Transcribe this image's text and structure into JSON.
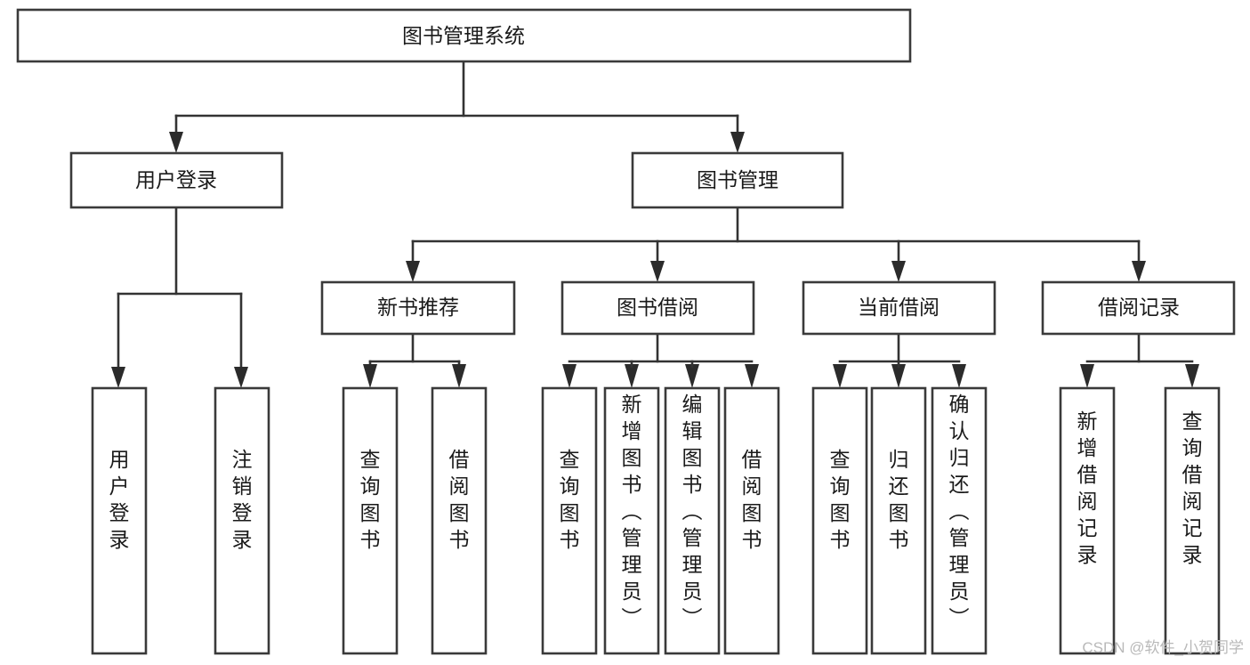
{
  "diagram": {
    "title": "图书管理系统",
    "type": "tree-hierarchy",
    "root": {
      "id": "root",
      "label": "图书管理系统"
    },
    "level2": [
      {
        "id": "user-login",
        "label": "用户登录"
      },
      {
        "id": "book-manage",
        "label": "图书管理"
      }
    ],
    "level3": [
      {
        "id": "new-book-recommend",
        "label": "新书推荐",
        "parent": "book-manage"
      },
      {
        "id": "book-borrow",
        "label": "图书借阅",
        "parent": "book-manage"
      },
      {
        "id": "current-borrow",
        "label": "当前借阅",
        "parent": "book-manage"
      },
      {
        "id": "borrow-record",
        "label": "借阅记录",
        "parent": "book-manage"
      }
    ],
    "leaves": [
      {
        "id": "leaf-user-login",
        "label": "用户登录",
        "parent": "user-login"
      },
      {
        "id": "leaf-logout-login",
        "label": "注销登录",
        "parent": "user-login"
      },
      {
        "id": "leaf-query-book-1",
        "label": "查询图书",
        "parent": "new-book-recommend"
      },
      {
        "id": "leaf-borrow-book-1",
        "label": "借阅图书",
        "parent": "new-book-recommend"
      },
      {
        "id": "leaf-query-book-2",
        "label": "查询图书",
        "parent": "book-borrow"
      },
      {
        "id": "leaf-add-book",
        "label": "新增图书（管理员）",
        "parent": "book-borrow"
      },
      {
        "id": "leaf-edit-book",
        "label": "编辑图书（管理员）",
        "parent": "book-borrow"
      },
      {
        "id": "leaf-borrow-book-2",
        "label": "借阅图书",
        "parent": "book-borrow"
      },
      {
        "id": "leaf-query-book-3",
        "label": "查询图书",
        "parent": "current-borrow"
      },
      {
        "id": "leaf-return-book",
        "label": "归还图书",
        "parent": "current-borrow"
      },
      {
        "id": "leaf-confirm-return",
        "label": "确认归还（管理员）",
        "parent": "current-borrow"
      },
      {
        "id": "leaf-add-record",
        "label": "新增借阅记录",
        "parent": "borrow-record"
      },
      {
        "id": "leaf-query-record",
        "label": "查询借阅记录",
        "parent": "borrow-record"
      }
    ],
    "watermark": "CSDN @软件_小贺同学",
    "colors": {
      "box_fill": "#ffffff",
      "box_stroke": "#3a3a3a",
      "connector": "#333333",
      "text": "#1a1a1a",
      "watermark": "#b9b9b9",
      "background": "#ffffff"
    }
  }
}
